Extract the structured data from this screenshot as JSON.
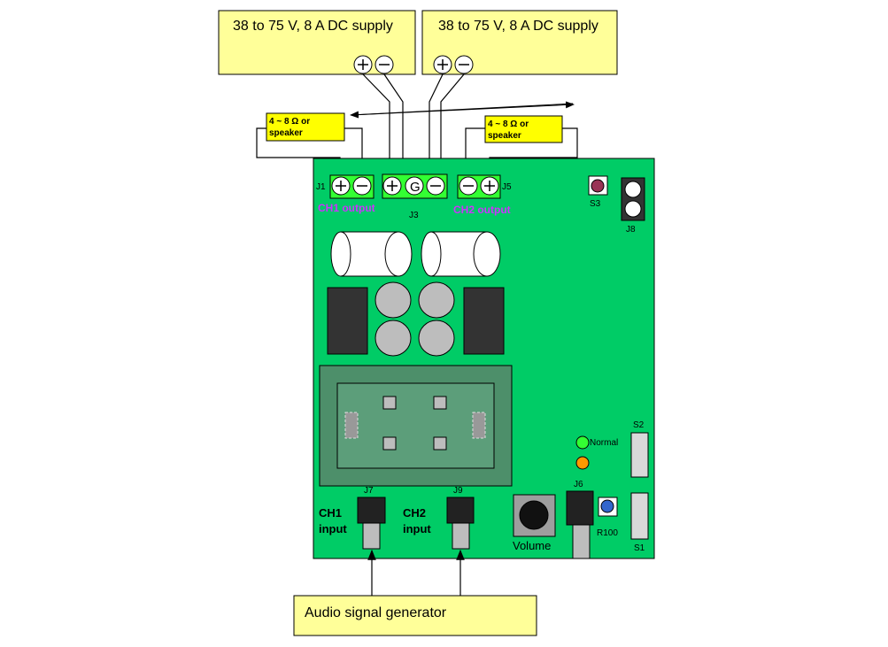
{
  "supplies": [
    {
      "label": "38 to 75 V, 8 A DC supply"
    },
    {
      "label": "38 to 75 V, 8 A DC supply"
    }
  ],
  "speakers": [
    {
      "label_line1": "4 ~ 8 Ω or",
      "label_line2": "speaker"
    },
    {
      "label_line1": "4 ~ 8 Ω or",
      "label_line2": "speaker"
    }
  ],
  "board": {
    "j1": "J1",
    "j3": "J3",
    "j5": "J5",
    "j6": "J6",
    "j7": "J7",
    "j8": "J8",
    "j9": "J9",
    "s1": "S1",
    "s2": "S2",
    "s3": "S3",
    "r100": "R100",
    "g_terminal": "G",
    "ch1_output": "CH1 output",
    "ch2_output": "CH2 output",
    "ch1_input_line1": "CH1",
    "ch1_input_line2": "input",
    "ch2_input_line1": "CH2",
    "ch2_input_line2": "input",
    "normal_led": "Normal",
    "volume": "Volume"
  },
  "generator": {
    "label": "Audio signal generator"
  },
  "colors": {
    "board": "#00cc66",
    "supply_fill": "#ffff99",
    "speaker_fill": "#ffff00",
    "terminal_fill": "#33ff33",
    "heatsink": "#4d8f6a",
    "output_label": "#cc33ff",
    "led_green": "#33ff33",
    "led_orange": "#ff9900"
  }
}
